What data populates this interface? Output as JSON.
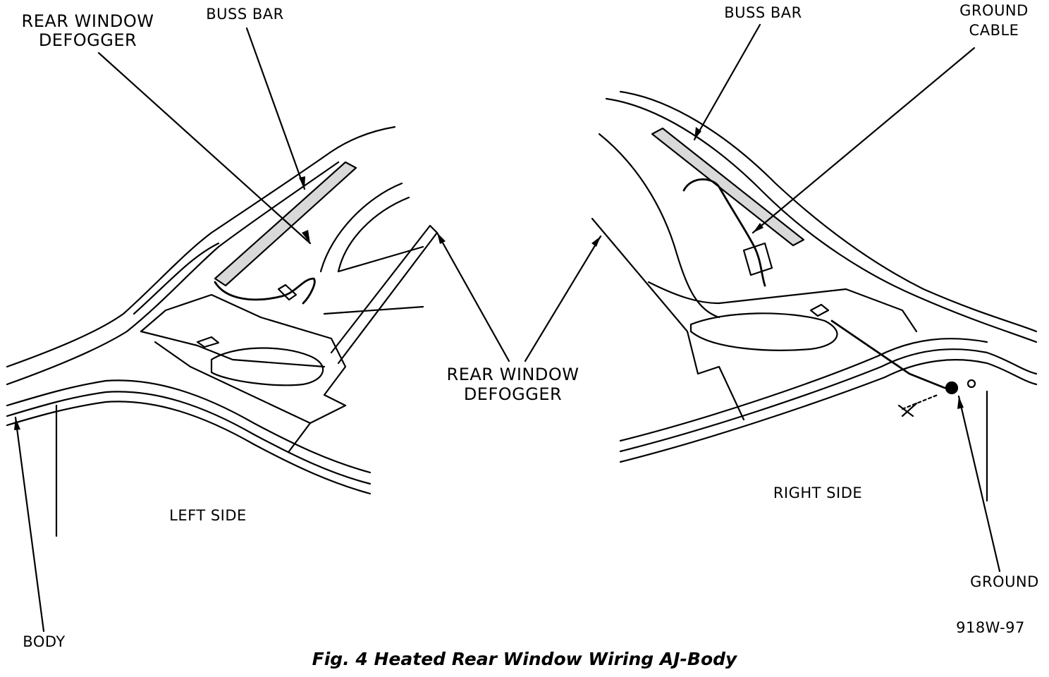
{
  "labels": {
    "left_defogger": [
      "REAR WINDOW",
      "DEFOGGER"
    ],
    "left_buss_bar": "BUSS BAR",
    "right_buss_bar": "BUSS BAR",
    "ground_cable": [
      "GROUND",
      "CABLE"
    ],
    "center_defogger": [
      "REAR WINDOW",
      "DEFOGGER"
    ],
    "left_side": "LEFT SIDE",
    "right_side": "RIGHT SIDE",
    "body": "BODY",
    "ground": "GROUND",
    "figure_code": "918W-97"
  },
  "caption": "Fig. 4 Heated Rear Window Wiring AJ-Body",
  "colors": {
    "ink": "#000000",
    "fill_light": "#d9d9d9",
    "background": "#ffffff"
  }
}
